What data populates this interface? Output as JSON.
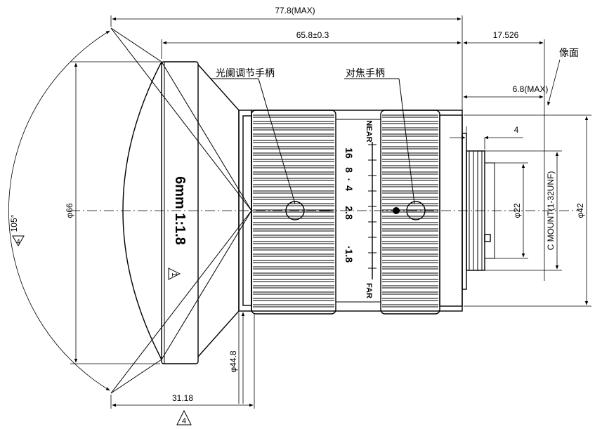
{
  "dimensions": {
    "total_length": "77.8(MAX)",
    "body_length": "65.8±0.3",
    "flange_distance": "17.526",
    "back_protrusion": "6.8(MAX)",
    "thread_depth": "4",
    "front_diameter": "φ66",
    "body_diameter": "φ42",
    "mount_thread": "C MOUNT(1-32UNF)",
    "rear_diameter": "φ22",
    "neck_diameter": "φ44.8",
    "front_length": "31.18",
    "field_angle": "105°"
  },
  "labels": {
    "image_plane": "像面",
    "iris_handle": "光阑调节手柄",
    "focus_handle": "对焦手柄",
    "lens_marking": "6mm 1:1.8",
    "note_mark_1": "1",
    "note_mark_4a": "4",
    "note_mark_4b": "4"
  },
  "scales": {
    "iris_values": [
      "16",
      "8",
      "·",
      "4",
      "2.8",
      "·1.8"
    ],
    "focus_near": "NEAR",
    "focus_far": "FAR"
  }
}
